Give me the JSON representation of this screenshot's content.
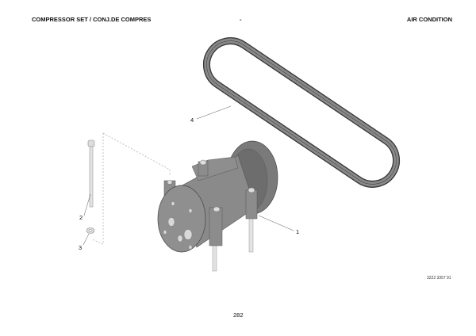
{
  "header": {
    "title": "COMPRESSOR SET / CONJ.DE COMPRES",
    "separator": "-",
    "section": "AIR CONDITION"
  },
  "callouts": [
    "1",
    "2",
    "3",
    "4"
  ],
  "drawing_code": "3222 3357 91",
  "page_number": "282",
  "colors": {
    "part_fill": "#8a8a8a",
    "part_dark": "#5e5e5e",
    "belt": "#6a6a6a"
  }
}
